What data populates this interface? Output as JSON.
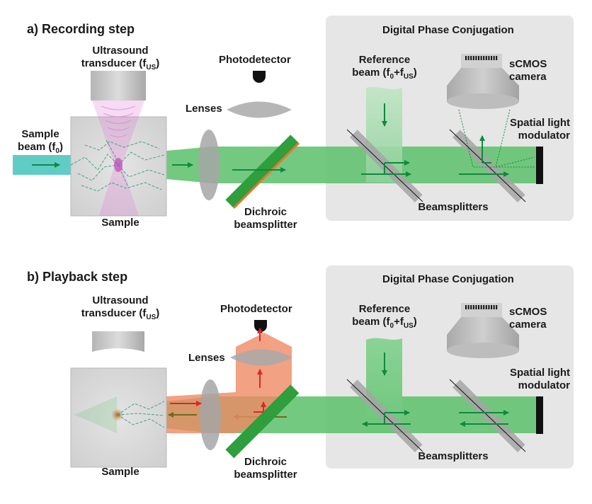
{
  "recording": {
    "heading": "a) Recording step",
    "dpc_title": "Digital Phase Conjugation",
    "transducer_l1": "Ultrasound",
    "transducer_l2_pre": "transducer (f",
    "transducer_sub": "US",
    "transducer_l2_post": ")",
    "photodetector": "Photodetector",
    "lenses": "Lenses",
    "sample_beam_l1": "Sample",
    "sample_beam_l2_pre": "beam (f",
    "sample_beam_sub": "0",
    "sample_beam_l2_post": ")",
    "sample": "Sample",
    "dichroic_l1": "Dichroic",
    "dichroic_l2": "beamsplitter",
    "reference_l1": "Reference",
    "reference_l2_pre": "beam (f",
    "reference_sub0": "0",
    "reference_mid": "+f",
    "reference_sub1": "US",
    "reference_l2_post": ")",
    "camera_l1": "sCMOS",
    "camera_l2": "camera",
    "slm_l1": "Spatial light",
    "slm_l2": "modulator",
    "beamsplitters": "Beamsplitters"
  },
  "playback": {
    "heading": "b) Playback step",
    "dpc_title": "Digital Phase Conjugation",
    "transducer_l1": "Ultrasound",
    "transducer_l2_pre": "transducer (f",
    "transducer_sub": "US",
    "transducer_l2_post": ")",
    "photodetector": "Photodetector",
    "lenses": "Lenses",
    "sample": "Sample",
    "dichroic_l1": "Dichroic",
    "dichroic_l2": "beamsplitter",
    "reference_l1": "Reference",
    "reference_l2_pre": "beam (f",
    "reference_sub0": "0",
    "reference_mid": "+f",
    "reference_sub1": "US",
    "reference_l2_post": ")",
    "camera_l1": "sCMOS",
    "camera_l2": "camera",
    "slm_l1": "Spatial light",
    "slm_l2": "modulator",
    "beamsplitters": "Beamsplitters"
  },
  "colors": {
    "beam_green": "#5cbf6a",
    "arrow_green": "#0e8a3c",
    "sample_beam_teal": "#5fcdc6",
    "ultrasound_pink": "#e17ad8",
    "playback_orange": "#ef8a63",
    "arrow_red": "#e0242a",
    "panel_gray": "#e6e6e6",
    "device_gray": "#a9a9a9"
  }
}
